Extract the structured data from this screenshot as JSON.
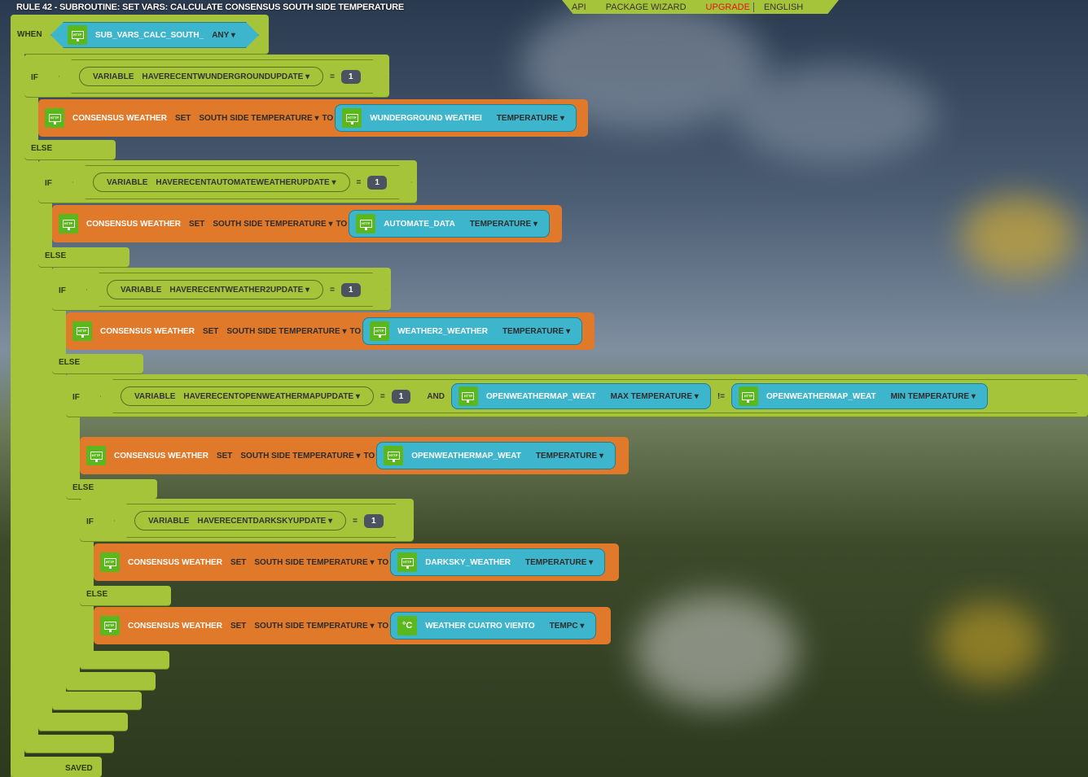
{
  "title": "RULE 42 - SUBROUTINE: SET VARS: CALCULATE CONSENSUS SOUTH SIDE TEMPERATURE",
  "nav": {
    "api": "API",
    "wizard": "PACKAGE WIZARD",
    "upgrade": "UPGRADE",
    "language": "ENGLISH"
  },
  "when": {
    "label": "WHEN",
    "device": "SUB_VARS_CALC_SOUTH_",
    "trigger": "ANY"
  },
  "labels": {
    "if": "IF",
    "else": "ELSE",
    "variable": "VARIABLE",
    "eq": "=",
    "set": "SET",
    "to": "TO",
    "and": "AND",
    "neq": "!=",
    "saved": "SAVED",
    "target": "CONSENSUS WEATHER",
    "property": "SOUTH SIDE TEMPERATURE"
  },
  "branches": [
    {
      "variable": "HAVERECENTWUNDERGROUNDUPDATE",
      "value": "1",
      "source": "WUNDERGROUND WEATHEI",
      "field": "TEMPERATURE"
    },
    {
      "variable": "HAVERECENTAUTOMATEWEATHERUPDATE",
      "value": "1",
      "source": "AUTOMATE_DATA",
      "field": "TEMPERATURE"
    },
    {
      "variable": "HAVERECENTWEATHER2UPDATE",
      "value": "1",
      "source": "WEATHER2_WEATHER",
      "field": "TEMPERATURE"
    },
    {
      "variable": "HAVERECENTOPENWEATHERMAPUPDATE",
      "value": "1",
      "source": "OPENWEATHERMAP_WEAT",
      "field": "TEMPERATURE",
      "extra": {
        "left_source": "OPENWEATHERMAP_WEAT",
        "left_field": "MAX TEMPERATURE",
        "right_source": "OPENWEATHERMAP_WEAT",
        "right_field": "MIN TEMPERATURE"
      }
    },
    {
      "variable": "HAVERECENTDARKSKYUPDATE",
      "value": "1",
      "source": "DARKSKY_WEATHER",
      "field": "TEMPERATURE"
    }
  ],
  "fallback": {
    "source": "WEATHER CUATRO VIENTO",
    "field": "TEMPC",
    "icon_text": "°C"
  },
  "colors": {
    "block_green": "#a6c43a",
    "set_orange": "#e1792a",
    "device_blue": "#3db6cd",
    "upgrade_red": "#e0141a"
  }
}
